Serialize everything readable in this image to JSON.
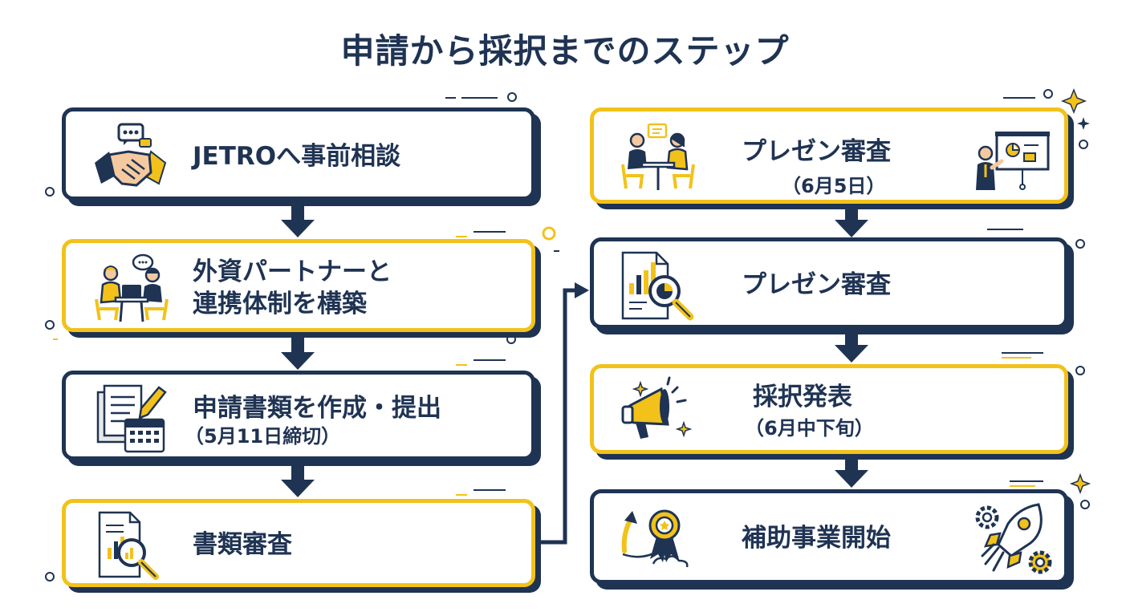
{
  "title": "申請から採択までのステップ",
  "steps": [
    {
      "id": "s1",
      "label": "JETROへ事前相談",
      "sub": "",
      "icon": "handshake-icon"
    },
    {
      "id": "s2",
      "label": "外資パートナーと",
      "label2": "連携体制を構築",
      "icon": "meeting-icon"
    },
    {
      "id": "s3",
      "label": "申請書類を作成・提出",
      "sub": "（5月11日締切）",
      "icon": "document-calendar-icon"
    },
    {
      "id": "s4",
      "label": "書類審査",
      "icon": "document-magnifier-icon"
    },
    {
      "id": "s5",
      "label": "プレゼン審査",
      "sub": "（6月5日）",
      "icon": "presentation-meeting-icon"
    },
    {
      "id": "s6",
      "label": "プレゼン審査",
      "icon": "chart-magnifier-icon"
    },
    {
      "id": "s7",
      "label": "採択発表",
      "sub": "（6月中下旬）",
      "icon": "megaphone-icon"
    },
    {
      "id": "s8",
      "label": "補助事業開始",
      "icon": "award-rocket-icon"
    }
  ],
  "colors": {
    "navy": "#1f3353",
    "yellow": "#f2c21b",
    "skin": "#f5c9a0"
  }
}
